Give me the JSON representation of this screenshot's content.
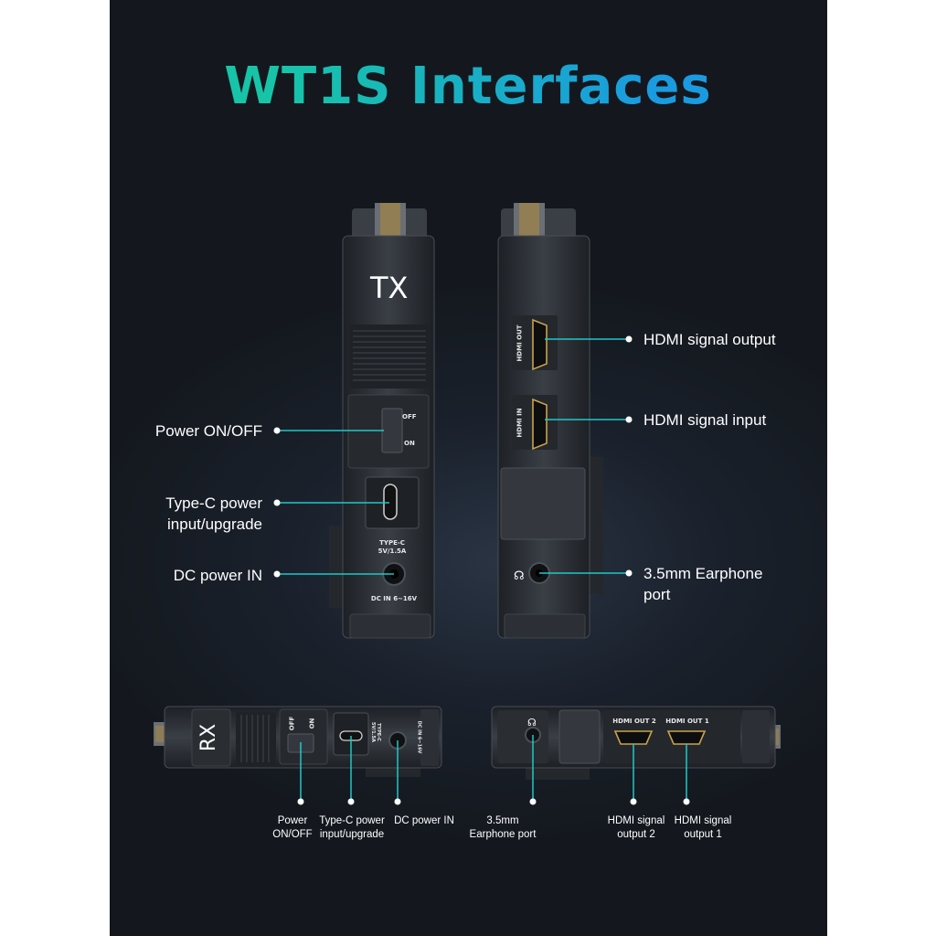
{
  "title": "WT1S Interfaces",
  "tx": {
    "badge": "TX",
    "switch_off": "OFF",
    "switch_on": "ON",
    "typec_mark": "TYPE-C\n5V/1.5A",
    "dc_mark": "DC IN 6~16V"
  },
  "tx_rear": {
    "hdmi_out_mark": "HDMI OUT",
    "hdmi_in_mark": "HDMI IN"
  },
  "callouts": {
    "power": "Power ON/OFF",
    "typec": "Type-C power\ninput/upgrade",
    "dc": "DC power IN",
    "hdmi_out": "HDMI signal output",
    "hdmi_in": "HDMI signal input",
    "earphone": "3.5mm Earphone\nport"
  },
  "rx": {
    "badge": "RX",
    "switch_off": "OFF",
    "switch_on": "ON",
    "typec_mark": "TYPE-C\n5V/1.5A",
    "dc_mark": "DC IN 6~16V",
    "hdmi_out2_mark": "HDMI OUT 2",
    "hdmi_out1_mark": "HDMI OUT 1"
  },
  "rx_callouts": {
    "power": "Power\nON/OFF",
    "typec": "Type-C power\ninput/upgrade",
    "dc": "DC power IN",
    "earphone": "3.5mm\nEarphone port",
    "hdmi2": "HDMI signal\noutput 2",
    "hdmi1": "HDMI signal\noutput 1"
  },
  "colors": {
    "accent": "#1ec8c8",
    "title_start": "#17c4a8",
    "title_end": "#1a9be0",
    "device": "#2b2f35"
  }
}
